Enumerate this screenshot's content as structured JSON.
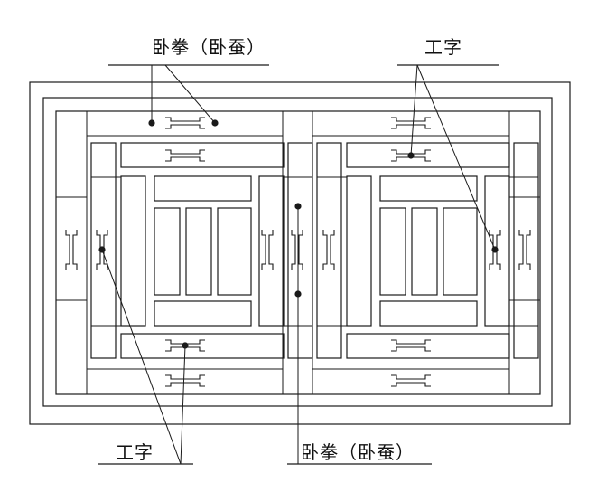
{
  "diagram": {
    "colors": {
      "line": "#1a1a1a",
      "background": "#ffffff"
    },
    "labels": {
      "top_left": "卧拳（卧蚕）",
      "top_right": "工字",
      "bottom_left": "工字",
      "bottom_right": "卧拳（卧蚕）"
    }
  }
}
